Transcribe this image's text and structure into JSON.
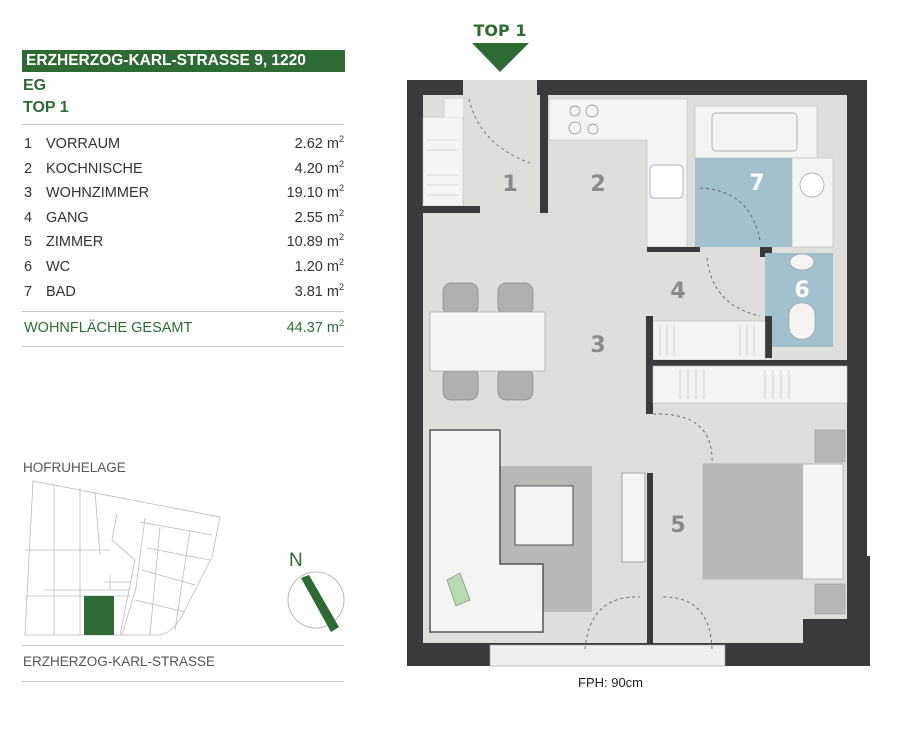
{
  "header": {
    "address": "ERZHERZOG-KARL-STRASSE 9, 1220",
    "floor": "EG",
    "unit": "TOP 1"
  },
  "rooms": [
    {
      "no": "1",
      "name": "VORRAUM",
      "area": "2.62",
      "unit": "m",
      "exp": "2"
    },
    {
      "no": "2",
      "name": "KOCHNISCHE",
      "area": "4.20",
      "unit": "m",
      "exp": "2"
    },
    {
      "no": "3",
      "name": "WOHNZIMMER",
      "area": "19.10",
      "unit": "m",
      "exp": "2"
    },
    {
      "no": "4",
      "name": "GANG",
      "area": "2.55",
      "unit": "m",
      "exp": "2"
    },
    {
      "no": "5",
      "name": "ZIMMER",
      "area": "10.89",
      "unit": "m",
      "exp": "2"
    },
    {
      "no": "6",
      "name": "WC",
      "area": "1.20",
      "unit": "m",
      "exp": "2"
    },
    {
      "no": "7",
      "name": "BAD",
      "area": "3.81",
      "unit": "m",
      "exp": "2"
    }
  ],
  "total": {
    "label": "WOHNFLÄCHE GESAMT",
    "area": "44.37",
    "unit": "m",
    "exp": "2"
  },
  "site": {
    "label": "HOFRUHELAGE",
    "street": "ERZHERZOG-KARL-STRASSE",
    "north": "N"
  },
  "plan": {
    "entrance_label": "TOP 1",
    "fph": "FPH: 90cm",
    "room_numbers": [
      "1",
      "2",
      "3",
      "4",
      "5",
      "6",
      "7"
    ]
  },
  "colors": {
    "brand": "#2e6b34",
    "wall": "#3a3a3a",
    "floor": "#dededa",
    "wet": "#a3c0cf"
  }
}
